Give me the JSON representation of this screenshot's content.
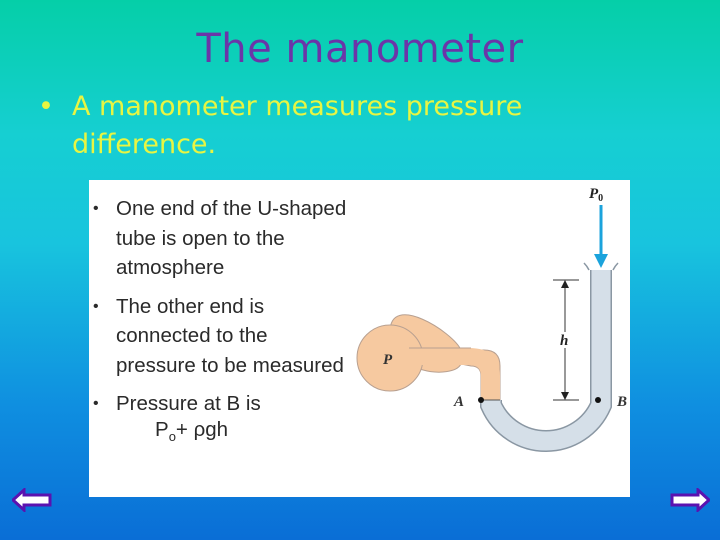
{
  "slide": {
    "title": "The manometer",
    "main_bullet": {
      "marker": "•",
      "text": "A manometer measures pressure difference."
    }
  },
  "figure": {
    "bullets": [
      {
        "marker": "•",
        "text": "One end of the U-shaped tube is open to the atmosphere"
      },
      {
        "marker": "•",
        "text": "The other end is connected to the pressure to be measured"
      },
      {
        "marker": "•",
        "text": "Pressure at B is"
      }
    ],
    "formula": {
      "p": "P",
      "sub": "o",
      "rest": "+ ρgh"
    },
    "labels": {
      "p0": "P",
      "p0_sub": "0",
      "bulb": "P",
      "height": "h",
      "point_a": "A",
      "point_b": "B"
    },
    "colors": {
      "fluid": "#f6c9a0",
      "tube": "#cfd9e3",
      "arrow": "#1ba3dc"
    }
  },
  "navigation": {
    "prev": "previous-slide",
    "next": "next-slide",
    "arrow_fill": "#ffffff",
    "arrow_stroke": "#5a12b0"
  }
}
